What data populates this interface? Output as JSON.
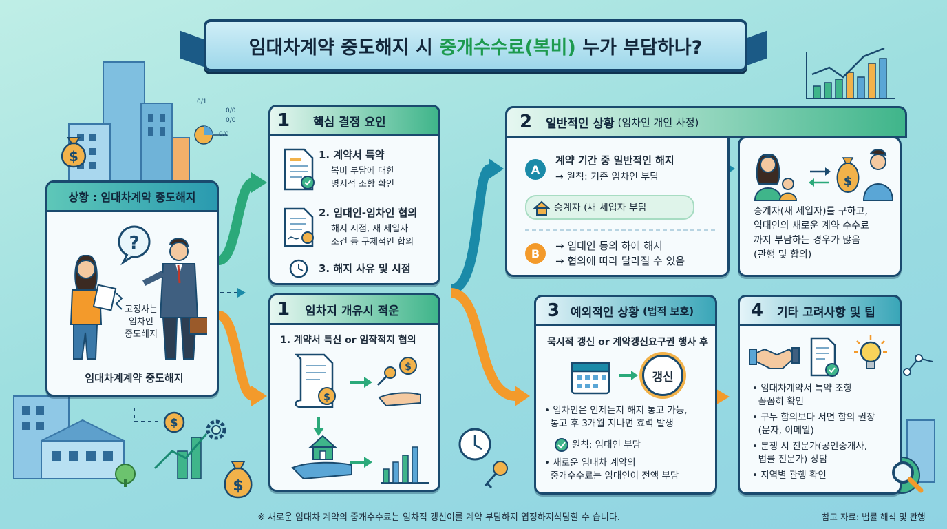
{
  "title": {
    "part1": "임대차계약 중도해지 시 ",
    "highlight": "중개수수료(복비)",
    "part2": " 누가 부담하나?"
  },
  "situation": {
    "header": "상황 : 임대차계약 중도해지",
    "bubble": "?",
    "speech": "고정사는\n임차인\n중도해지",
    "caption": "임대차계계약 중도해지"
  },
  "card1": {
    "num": "1",
    "title": "핵심 결정 요인",
    "item1_title": "1. 계약서 특약",
    "item1_desc": "복비 부담에 대한\n명시적 조항 확인",
    "item2_title": "2. 임대인-임차인 협의",
    "item2_desc": "해지 시점, 새 세입자\n조건 등 구체적인 합의",
    "item3_title": "3. 해지 사유 및 시점"
  },
  "card1b": {
    "num": "1",
    "title": "임차지 개유시 적운",
    "subtitle": "1. 계약서 특신 or 임작적지 협의"
  },
  "card2": {
    "num": "2",
    "title_bold": "일반적인 상황",
    "title_rest": " (임차인 개인 사정)",
    "a_label": "A",
    "a_title": "계약 기간 중 일반적인 해지",
    "a_desc": "→ 원칙: 기존 임차인 부담",
    "pill": "승계자 (새 세입자 부담",
    "b_label": "B",
    "b_line1": "→ 임대인 동의 하에 해지",
    "b_line2": "→ 협의에 따라 달라질 수 있음"
  },
  "card2b": {
    "desc": "승계자(새 세입자)를 구하고,\n임대인의 새로운 계약 수수료\n까지 부담하는 경우가 많음\n(관행 및 합의)"
  },
  "card3": {
    "num": "3",
    "title_bold": "예외적인 상황",
    "title_rest": " (법적 보호)",
    "subtitle": "묵시적 갱신 or 계약갱신요구권 행사 후",
    "renew": "갱신",
    "bullet1": "• 임차인은 언제든지 해지 통고 가능,\n  통고 후 3개월 지나면 효력 발생",
    "principle": "원칙: 임대인 부담",
    "bullet2": "• 새로운 임대차 계약의\n  중개수수료는 임대인이 전액 부담"
  },
  "card4": {
    "num": "4",
    "title": "기타 고려사항 및 팁",
    "bullet1": "• 임대차계약서 특약 조항\n  꼼꼼히 확인",
    "bullet2": "• 구두 합의보다 서면 합의 권장\n  (문자, 이메일)",
    "bullet3": "• 분쟁 시 전문가(공인중개사,\n  법률 전문가) 상담",
    "bullet4": "• 지역별 관행 확인"
  },
  "footer": {
    "note": "※ 새로운 임대차 계약의 중개수수료는 임차적 갱신이를 계약 부담하지 엽정하지삭담할 수 습니다.",
    "source": "참고 자료: 법률 해석 및 관행"
  },
  "deco": {
    "tick1": "0/1",
    "tick2": "0/0",
    "tick3": "0/0",
    "tick4": "0/0"
  },
  "colors": {
    "navy": "#1a4a6e",
    "green": "#3fb58a",
    "orange": "#f39a2b",
    "teal": "#3aa6b8"
  },
  "icons": [
    "money-bag-icon",
    "document-check-icon",
    "contract-icon",
    "clock-icon",
    "key-icon",
    "coin-icon",
    "house-icon",
    "hand-icon",
    "bar-chart-icon",
    "calendar-icon",
    "handshake-icon",
    "lightbulb-icon",
    "gear-icon",
    "magnifier-icon",
    "person-icon"
  ]
}
